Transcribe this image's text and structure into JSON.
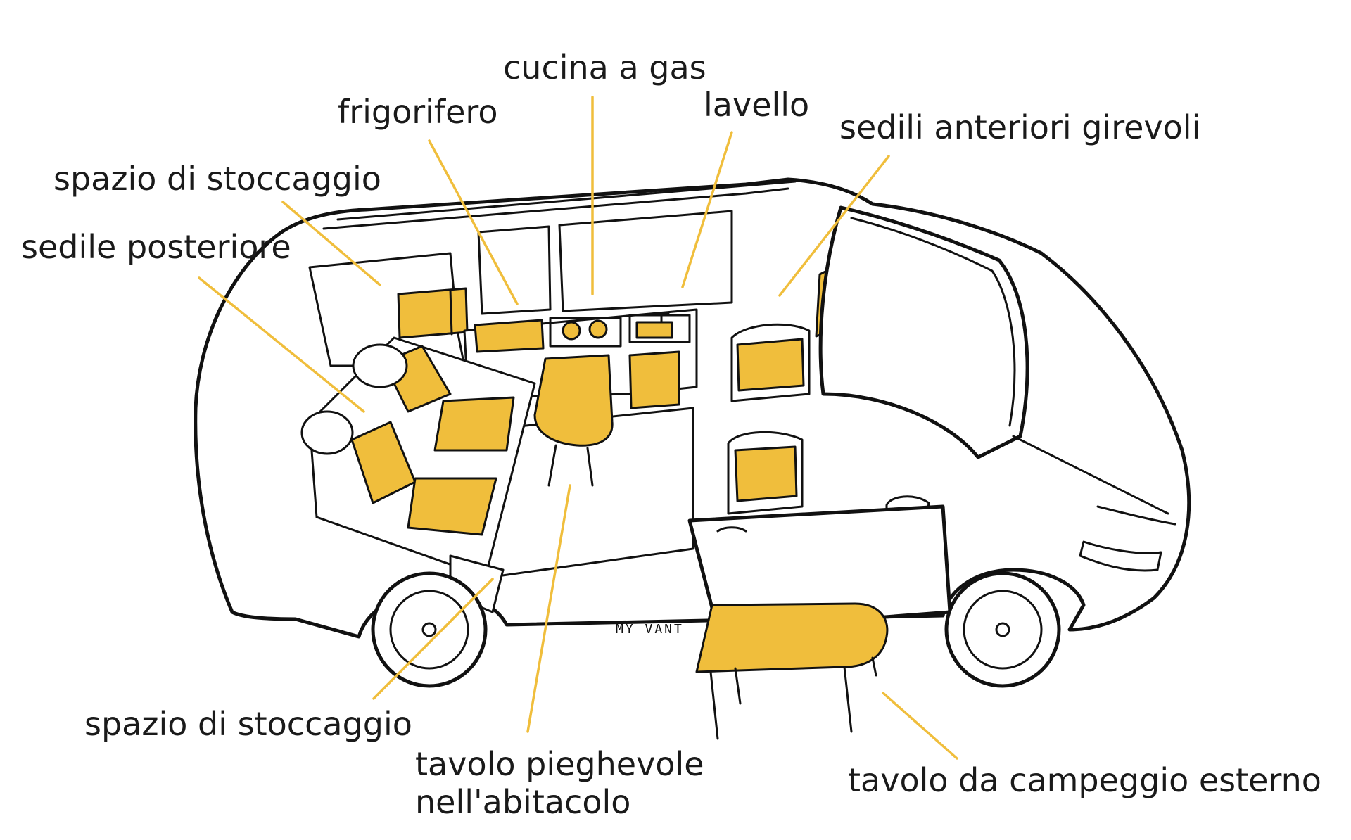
{
  "colors": {
    "accent_yellow": "#f0be3c",
    "outline": "#111111",
    "background": "#ffffff"
  },
  "van": {
    "side_text": "MY VANT"
  },
  "labels": {
    "cucina": "cucina a gas",
    "frigorifero": "frigorifero",
    "lavello": "lavello",
    "sedili_anteriori": "sedili anteriori girevoli",
    "stoccaggio_alto": "spazio di stoccaggio",
    "sedile_posteriore": "sedile posteriore",
    "stoccaggio_basso": "spazio di stoccaggio",
    "tavolo_interno_line1": "tavolo pieghevole",
    "tavolo_interno_line2": "nell'abitacolo",
    "tavolo_esterno": "tavolo da campeggio esterno"
  }
}
